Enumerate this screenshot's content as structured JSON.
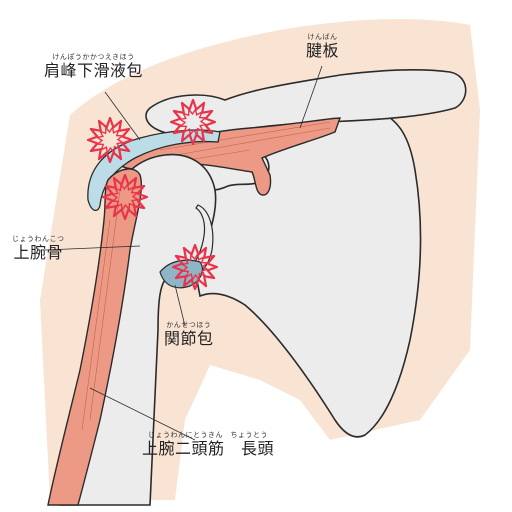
{
  "labels": {
    "subacromial_bursa": {
      "ruby": "けんぽうかかつえきほう",
      "text": "肩峰下滑液包"
    },
    "tendon_plate": {
      "ruby": "けんばん",
      "text": "腱板"
    },
    "humerus": {
      "ruby": "じょうわんこつ",
      "text": "上腕骨"
    },
    "joint_capsule": {
      "ruby": "かんせつほう",
      "text": "関節包"
    },
    "biceps_long_head": {
      "ruby": "じょうわんにとうきん　ちょうとう",
      "text": "上腕二頭筋　長頭"
    }
  },
  "colors": {
    "skin": "#f9e4d4",
    "bone": "#ececec",
    "muscle": "#ec9a86",
    "bursa": "#bcdde8",
    "pain": "#e8334a",
    "outline": "#2b2b2b"
  },
  "icons": [
    "pain-burst-icon"
  ]
}
